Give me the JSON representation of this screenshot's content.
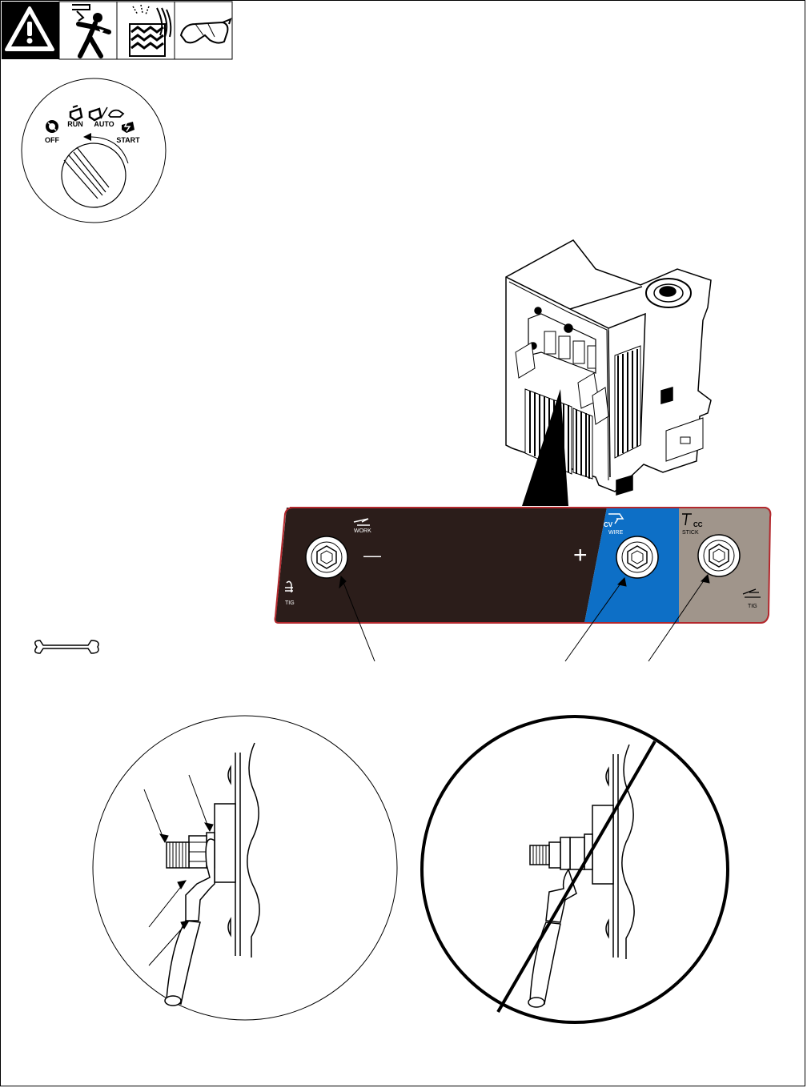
{
  "warning_icons": [
    "warning-triangle-icon",
    "electric-shock-icon",
    "hot-parts-fumes-icon",
    "safety-glasses-icon"
  ],
  "switch_dial": {
    "positions": [
      {
        "id": "off",
        "label": "OFF"
      },
      {
        "id": "run",
        "label": "RUN"
      },
      {
        "id": "auto",
        "label": "AUTO"
      },
      {
        "id": "start",
        "label": "START"
      }
    ]
  },
  "terminal_panel": {
    "work_label": "WORK",
    "cv_label": "CV",
    "wire_label": "WIRE",
    "cc_label": "CC",
    "stick_label": "STICK",
    "tig_left_label": "TIG",
    "tig_right_label": "TIG",
    "minus_symbol": "—",
    "plus_symbol": "+",
    "colors": {
      "negative": "#2b1d1a",
      "positive_cv": "#0d6fc6",
      "positive_cc": "#a0958b",
      "border": "#b3282d"
    }
  },
  "tool_icon": "wrench-icon",
  "details": {
    "correct": "correct-connection-detail",
    "incorrect": "incorrect-connection-detail"
  }
}
